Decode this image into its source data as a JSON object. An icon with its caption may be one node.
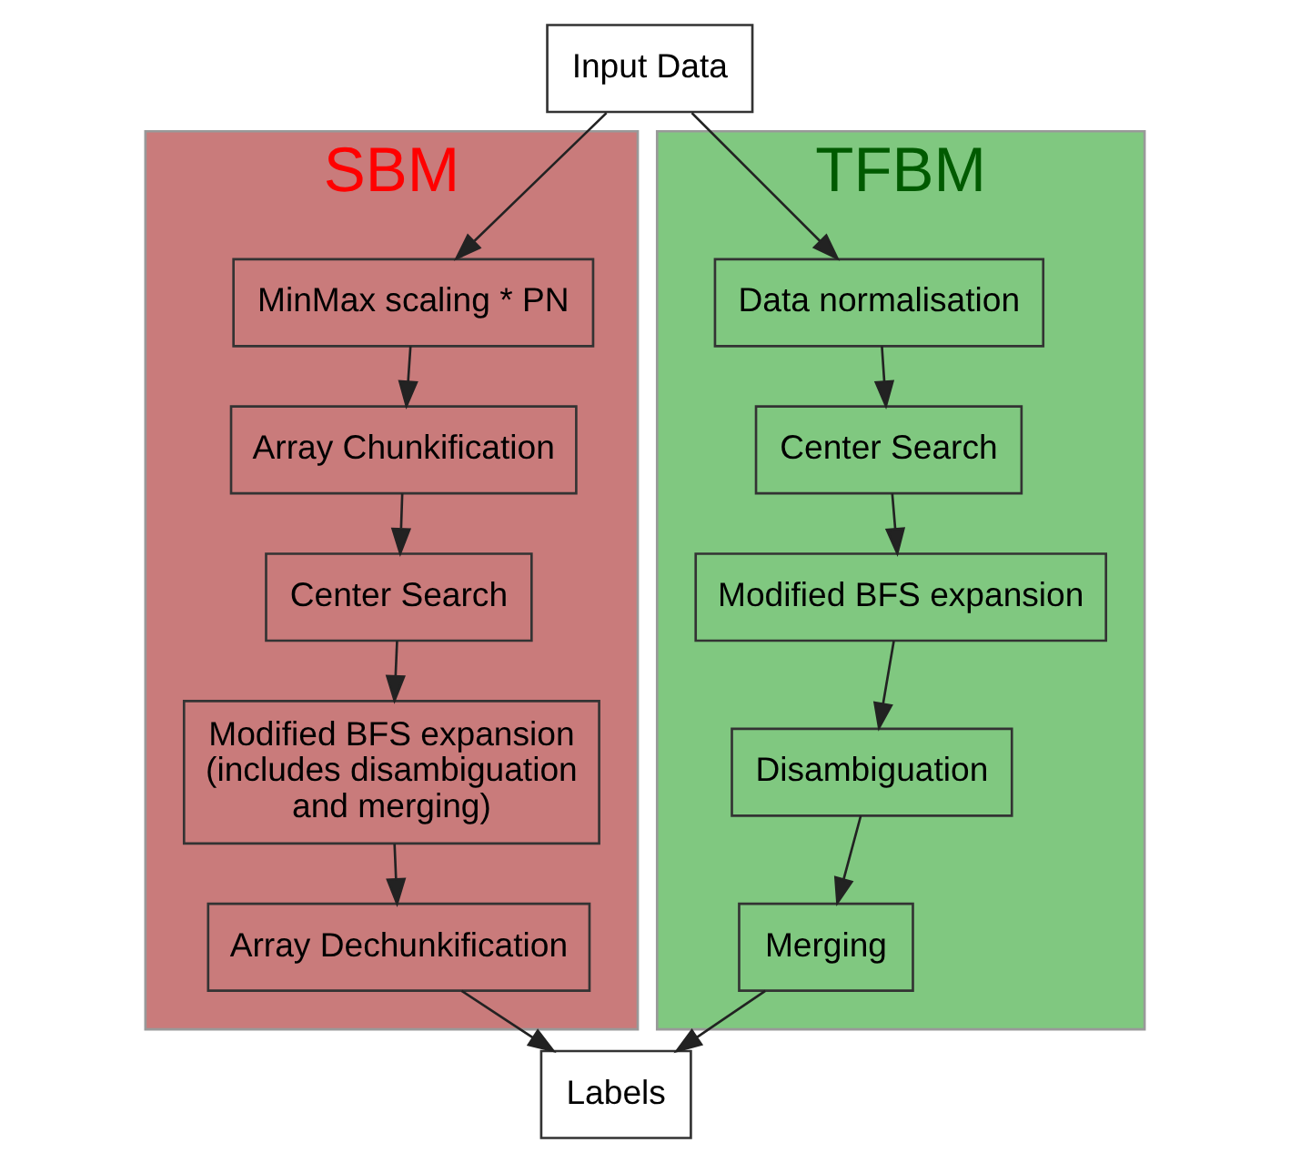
{
  "diagram": {
    "nodes": [
      {
        "text": [
          "Input Data"
        ]
      },
      {
        "text": [
          "SBM"
        ]
      },
      {
        "text": [
          "MinMax scaling * PN"
        ],
        "in": 1
      },
      {
        "text": [
          "Array Chunkification"
        ],
        "in": 1
      },
      {
        "text": [
          "Center Search"
        ],
        "in": 1
      },
      {
        "text": [
          "Modified BFS expansion (includes disambiguation and merging)"
        ],
        "in": 1
      },
      {
        "text": [
          "Array Dechunkification"
        ],
        "in": 1
      },
      {
        "text": [
          "TFBM"
        ]
      },
      {
        "text": [
          "Data normalisation"
        ],
        "in": 7
      },
      {
        "text": [
          "Center Search"
        ],
        "in": 7
      },
      {
        "text": [
          "Modified BFS expansion"
        ],
        "in": 7
      },
      {
        "text": [
          "Disambiguation"
        ],
        "in": 7
      },
      {
        "text": [
          "Merging"
        ],
        "in": 7
      },
      {
        "text": [
          "Labels"
        ]
      }
    ],
    "edges": [
      {
        "from": 0,
        "to": 2,
        "arrow": "to"
      },
      {
        "from": 0,
        "to": 8,
        "arrow": "to"
      },
      {
        "from": 2,
        "to": 3,
        "arrow": "to"
      },
      {
        "from": 3,
        "to": 4,
        "arrow": "to"
      },
      {
        "from": 4,
        "to": 5,
        "arrow": "to"
      },
      {
        "from": 5,
        "to": 6,
        "arrow": "to"
      },
      {
        "from": 8,
        "to": 9,
        "arrow": "to"
      },
      {
        "from": 9,
        "to": 10,
        "arrow": "to"
      },
      {
        "from": 10,
        "to": 11,
        "arrow": "to"
      },
      {
        "from": 11,
        "to": 12,
        "arrow": "to"
      },
      {
        "from": 6,
        "to": 13,
        "arrow": "to"
      },
      {
        "from": 12,
        "to": 13,
        "arrow": "to"
      }
    ]
  }
}
